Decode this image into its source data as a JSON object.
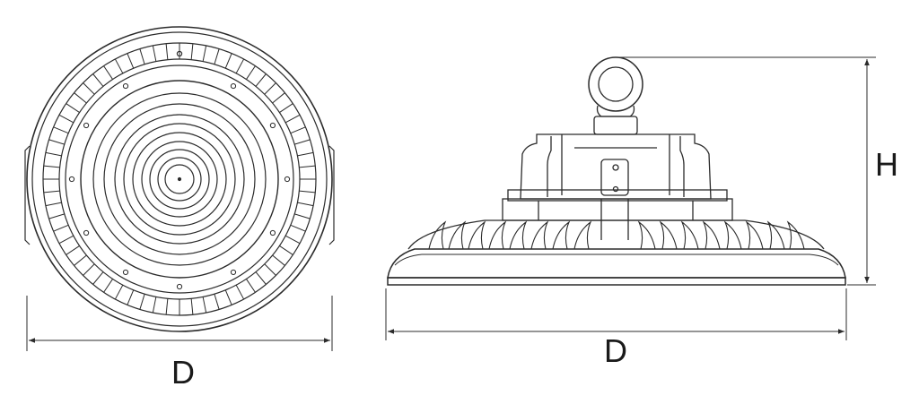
{
  "diagram": {
    "views": [
      {
        "name": "front-view",
        "dimension_label": "D"
      },
      {
        "name": "side-view",
        "width_label": "D",
        "height_label": "H"
      }
    ],
    "line_color": "#2b2b2b"
  }
}
